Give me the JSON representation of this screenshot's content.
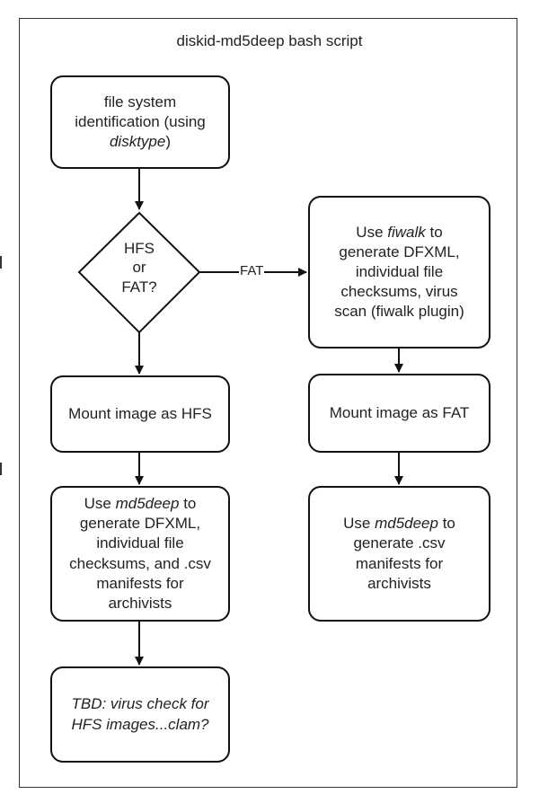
{
  "diagram": {
    "title": "diskid-md5deep bash script",
    "nodes": {
      "identify": {
        "line1": "file system",
        "line2": "identification (using",
        "line3_italic": "disktype",
        "line3_suffix": ")"
      },
      "decision": {
        "line1": "HFS",
        "line2": "or",
        "line3": "FAT?"
      },
      "fiwalk": {
        "prefix": "Use ",
        "italic": "fiwalk",
        "suffix": " to",
        "line2": "generate DFXML,",
        "line3": "individual file",
        "line4": "checksums, virus",
        "line5": "scan (fiwalk plugin)"
      },
      "mount_hfs": {
        "text": "Mount image as HFS"
      },
      "mount_fat": {
        "text": "Mount image as FAT"
      },
      "md5_hfs": {
        "prefix": "Use ",
        "italic": "md5deep",
        "suffix": " to",
        "line2": "generate DFXML,",
        "line3": "individual file",
        "line4": "checksums, and .csv",
        "line5": "manifests for",
        "line6": "archivists"
      },
      "md5_fat": {
        "prefix": "Use ",
        "italic": "md5deep",
        "suffix": " to",
        "line2": "generate .csv",
        "line3": "manifests for",
        "line4": "archivists"
      },
      "tbd": {
        "line1": "TBD: virus check for",
        "line2": "HFS images...clam?"
      }
    },
    "edge_labels": {
      "fat": "FAT"
    }
  }
}
